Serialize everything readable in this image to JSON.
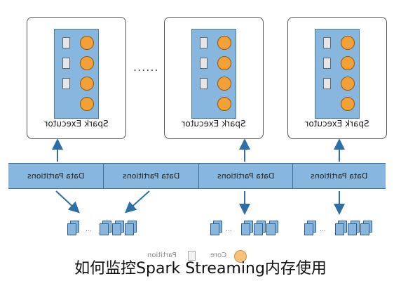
{
  "executors": [
    {
      "label": "Spark Executor"
    },
    {
      "label": "Spark Executor"
    },
    {
      "label": "Spark Executor"
    }
  ],
  "ellipsis_top": "......",
  "partitions": [
    {
      "label": "Data Partitions"
    },
    {
      "label": "Data Partitions"
    },
    {
      "label": "Data Partitions"
    },
    {
      "label": "Data Partitions"
    }
  ],
  "group_ellipsis": "...",
  "legend": {
    "partition_label": "Partition",
    "core_label": "Core"
  },
  "caption": "如何监控Spark Streaming内存使用",
  "colors": {
    "panel": "#87b6de",
    "core": "#f3a137",
    "border": "#3f6f99"
  },
  "icons": {
    "slot": "partition-slot-icon",
    "core": "core-icon",
    "partition": "partition-document-icon"
  }
}
